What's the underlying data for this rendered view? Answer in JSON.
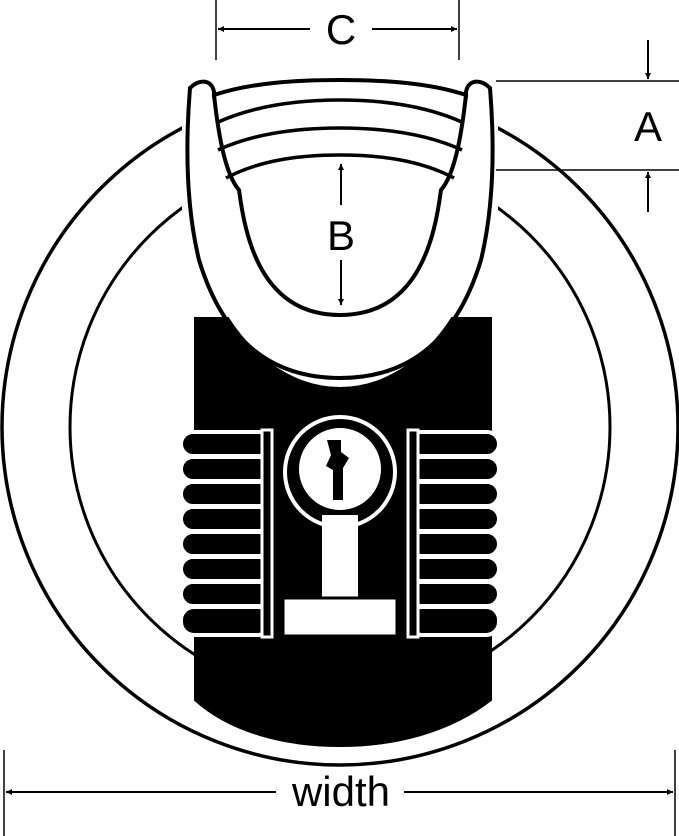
{
  "diagram": {
    "labels": {
      "shackle_width": "C",
      "shackle_thickness": "A",
      "shackle_clearance": "B",
      "body_width": "width"
    },
    "colors": {
      "ink": "#000000",
      "paper": "#ffffff"
    }
  }
}
